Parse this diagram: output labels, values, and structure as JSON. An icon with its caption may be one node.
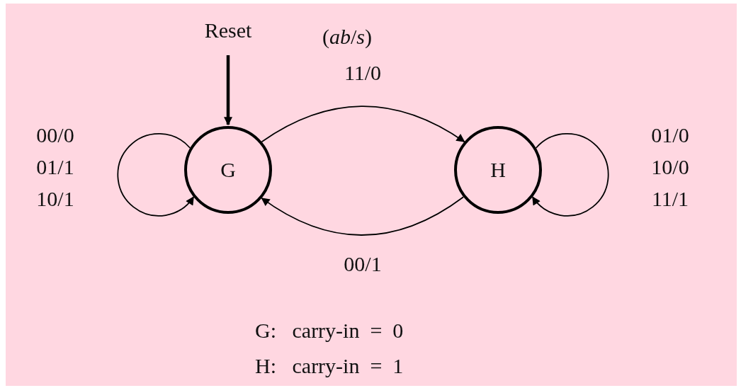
{
  "diagram": {
    "nodes": [
      {
        "text": [
          "Reset"
        ]
      },
      {
        "text": [
          "G"
        ]
      },
      {
        "text": [
          "H"
        ]
      }
    ],
    "edges": [
      {
        "from": 0,
        "to": 1,
        "arrow": "to",
        "style": "thick"
      },
      {
        "from": 1,
        "to": 1,
        "arrow": "to",
        "label": "00/0 01/1 10/1"
      },
      {
        "from": 1,
        "to": 2,
        "arrow": "to",
        "label": "11/0"
      },
      {
        "from": 2,
        "to": 2,
        "arrow": "to",
        "label": "01/0 10/0 11/1"
      },
      {
        "from": 2,
        "to": 1,
        "arrow": "to",
        "label": "00/1"
      }
    ],
    "labels": [
      "(*ab*/*s*)",
      "G:   carry-in  =  0",
      "H:   carry-in  =  1"
    ]
  }
}
